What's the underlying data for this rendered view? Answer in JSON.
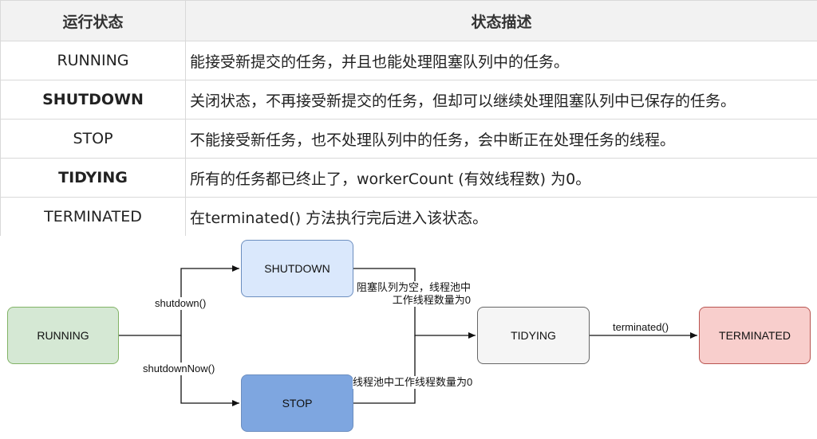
{
  "table": {
    "headers": [
      "运行状态",
      "状态描述"
    ],
    "rows": [
      {
        "state": "RUNNING",
        "desc": "能接受新提交的任务，并且也能处理阻塞队列中的任务。"
      },
      {
        "state": "SHUTDOWN",
        "desc": "关闭状态，不再接受新提交的任务，但却可以继续处理阻塞队列中已保存的任务。"
      },
      {
        "state": "STOP",
        "desc": "不能接受新任务，也不处理队列中的任务，会中断正在处理任务的线程。"
      },
      {
        "state": "TIDYING",
        "desc": "所有的任务都已终止了，workerCount (有效线程数) 为0。"
      },
      {
        "state": "TERMINATED",
        "desc": "在terminated() 方法执行完后进入该状态。"
      }
    ]
  },
  "diagram": {
    "nodes": {
      "running": "RUNNING",
      "shutdown": "SHUTDOWN",
      "stop": "STOP",
      "tidying": "TIDYING",
      "terminated": "TERMINATED"
    },
    "edges": {
      "running_shutdown": "shutdown()",
      "running_stop": "shutdownNow()",
      "shutdown_tidying_line1": "阻塞队列为空，线程池中",
      "shutdown_tidying_line2": "工作线程数量为0",
      "stop_tidying": "线程池中工作线程数量为0",
      "tidying_terminated": "terminated()"
    },
    "colors": {
      "running_fill": "#d5e8d4",
      "shutdown_fill": "#dae8fc",
      "stop_fill": "#7ea6e0",
      "tidying_fill": "#f5f5f5",
      "terminated_fill": "#f8cecc"
    }
  }
}
